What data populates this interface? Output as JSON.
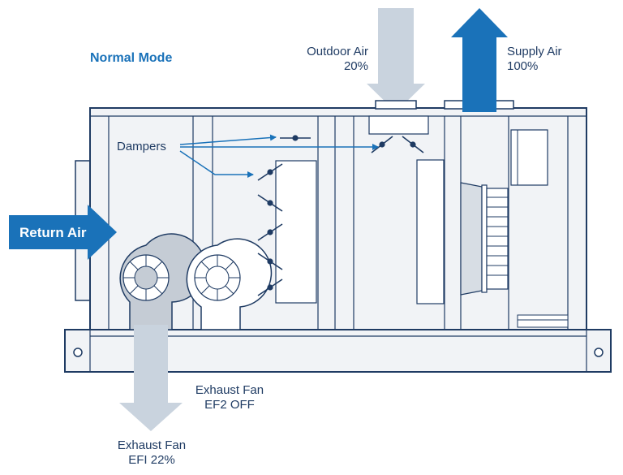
{
  "diagram": {
    "mode_title": "Normal Mode",
    "outdoor_air": {
      "label": "Outdoor Air",
      "value": "20%"
    },
    "supply_air": {
      "label": "Supply Air",
      "value": "100%"
    },
    "return_air": {
      "label": "Return Air"
    },
    "dampers": {
      "label": "Dampers"
    },
    "exhaust_fan_2": {
      "label": "Exhaust Fan",
      "status": "EF2 OFF"
    },
    "exhaust_fan_1": {
      "label": "Exhaust Fan",
      "status": "EFI 22%"
    },
    "colors": {
      "line": "#1f3b63",
      "accent_blue": "#1a72b9",
      "arrow_gray": "#c9d3de",
      "unit_fill": "#f1f3f6",
      "fan_fill": "#c5ccd5"
    },
    "icons": [
      "return-air-arrow",
      "supply-air-arrow",
      "outdoor-air-arrow",
      "exhaust-arrow",
      "damper-icon",
      "fan-icon"
    ]
  }
}
